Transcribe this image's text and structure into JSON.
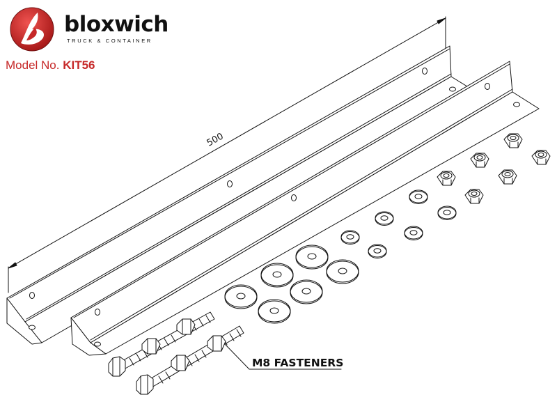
{
  "brand": {
    "name": "bloxwich",
    "tagline": "TRUCK & CONTAINER",
    "logo_colors": {
      "primary": "#d32f2f",
      "dark": "#8e1616",
      "text": "#111111"
    }
  },
  "model": {
    "label": "Model No.",
    "value": "KIT56",
    "color": "#c62828"
  },
  "drawing": {
    "dimension_label": "500",
    "callout_label": "M8 FASTENERS",
    "line_color": "#111111"
  }
}
